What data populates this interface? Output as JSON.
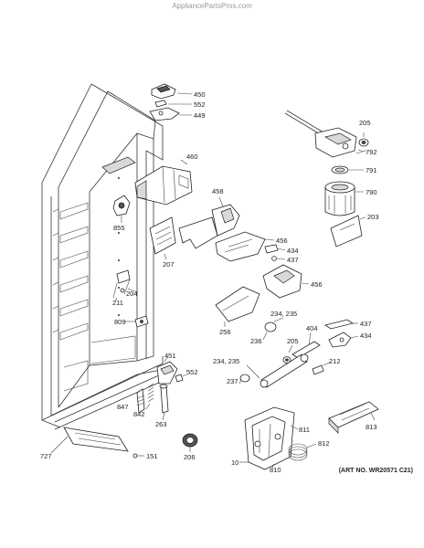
{
  "watermark": "AppliancePartsPros.com",
  "art_number": "(ART NO. WR20571 C21)",
  "callouts": {
    "c450": "450",
    "c552a": "552",
    "c449": "449",
    "c205a": "205",
    "c792": "792",
    "c791": "791",
    "c790": "790",
    "c203": "203",
    "c460": "460",
    "c458": "458",
    "c855": "855",
    "c207": "207",
    "c456a": "456",
    "c434a": "434",
    "c437a": "437",
    "c456b": "456",
    "c204": "204",
    "c211": "211",
    "c256": "256",
    "c234a": "234, 235",
    "c404": "404",
    "c437b": "437",
    "c434b": "434",
    "c809": "809",
    "c236": "236",
    "c205b": "205",
    "c212": "212",
    "c451": "451",
    "c552b": "552",
    "c234b": "234, 235",
    "c237": "237",
    "c847": "847",
    "c842": "842",
    "c263": "263",
    "c811": "811",
    "c813": "813",
    "c812": "812",
    "c727": "727",
    "c151": "151",
    "c206": "206",
    "c810": "810",
    "c10": "10"
  }
}
